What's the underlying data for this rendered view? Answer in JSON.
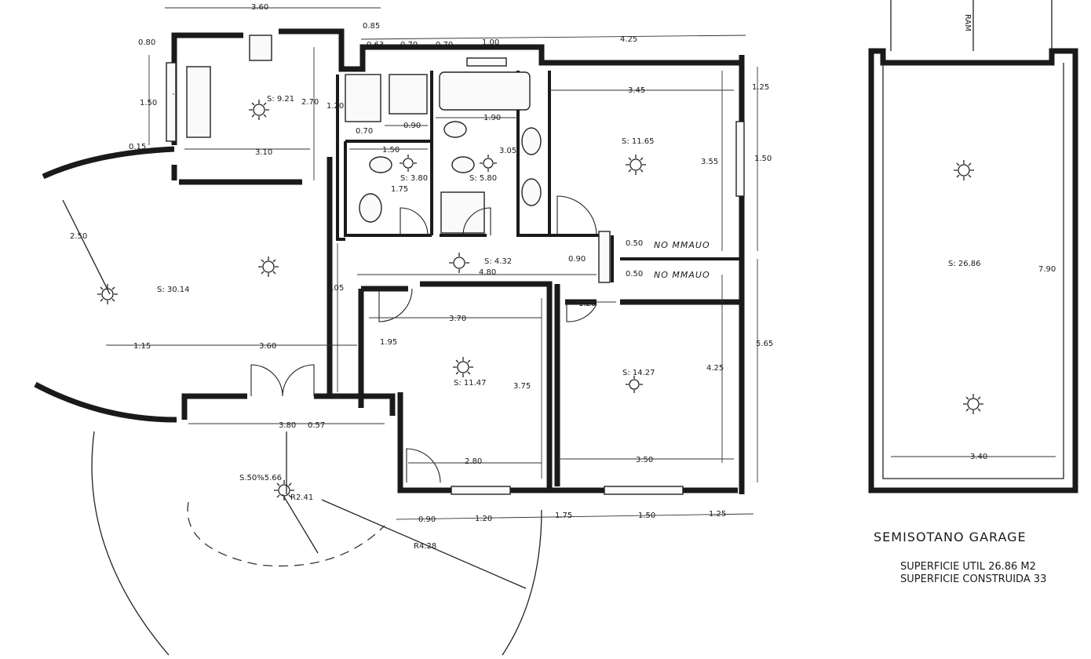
{
  "rooms": {
    "kitchen": "S: 9.21",
    "bath1": "S: 3.80",
    "bath2": "S: 5.80",
    "bedroom1": "S: 11.65",
    "living": "S: 30.14",
    "hall": "S: 4.32",
    "bedroom2": "S: 11.47",
    "bedroom3": "S: 14.27",
    "terrace": "S.50%5.66",
    "garage": "S: 26.86"
  },
  "dimensions": {
    "d_3_60_top": "3.60",
    "d_0_85": "0.85",
    "d_0_80": "0.80",
    "d_0_63": "0.63",
    "d_0_70_a": "0.70",
    "d_0_70_b": "0.70",
    "d_1_00": "1.00",
    "d_4_25_top": "4.25",
    "d_1_50_left": "1.50",
    "d_2_70": "2.70",
    "d_1_20_closet": "1.20",
    "d_0_70_closet": "0.70",
    "d_0_90_bath": "0.90",
    "d_1_90": "1.90",
    "d_3_45": "3.45",
    "d_1_25_right": "1.25",
    "d_0_15": "0.15",
    "d_3_10": "3.10",
    "d_1_50_bath": "1.50",
    "d_3_05": "3.05",
    "d_3_55": "3.55",
    "d_1_50_right": "1.50",
    "d_1_75": "1.75",
    "d_2_50": "2.50",
    "d_0_50_a": "0.50",
    "d_0_50_b": "0.50",
    "d_0_90_hall": "0.90",
    "d_4_80": "4.80",
    "d_4_05": "4.05",
    "d_1_20_hall": "1.20",
    "d_3_70": "3.70",
    "d_1_95": "1.95",
    "d_5_65": "5.65",
    "d_1_15": "1.15",
    "d_3_60_living": "3.60",
    "d_3_75": "3.75",
    "d_4_25_bed": "4.25",
    "d_3_80": "3.80",
    "d_0_57": "0.57",
    "d_2_80": "2.80",
    "d_3_50": "3.50",
    "d_r2_41": "R2.41",
    "d_0_90_bottom": "0.90",
    "d_1_20_bottom": "1.20",
    "d_1_75_bottom": "1.75",
    "d_1_50_bottom": "1.50",
    "d_1_25_bottom": "1.25",
    "d_r4_28": "R4.28",
    "d_7_90": "7.90",
    "d_3_40": "3.40"
  },
  "notes": {
    "no_mirror_a": "NO MMAUO",
    "no_mirror_b": "NO MMAUO",
    "ram": "RAM"
  },
  "captions": {
    "title": "SEMISOTANO GARAGE",
    "useful": "SUPERFICIE UTIL 26.86 M2",
    "built": "SUPERFICIE CONSTRUIDA 33"
  }
}
